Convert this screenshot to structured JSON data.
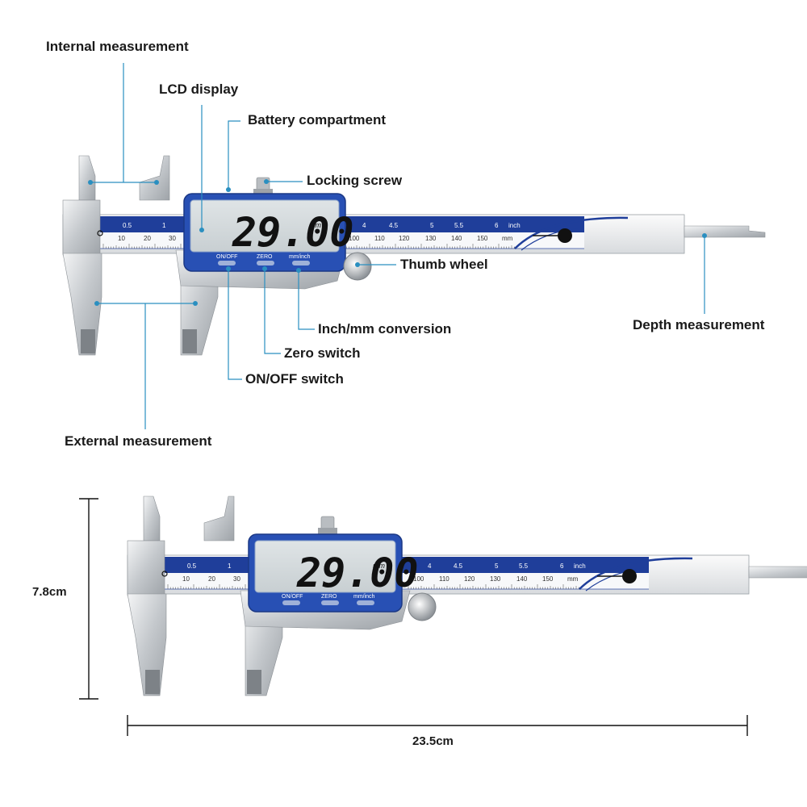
{
  "labels": {
    "internal": "Internal measurement",
    "lcd": "LCD display",
    "battery": "Battery compartment",
    "locking": "Locking screw",
    "thumb": "Thumb wheel",
    "conversion": "Inch/mm conversion",
    "zero": "Zero switch",
    "onoff": "ON/OFF switch",
    "external": "External measurement",
    "depth": "Depth measurement"
  },
  "device": {
    "reading": "29.00",
    "unit": "mm",
    "buttons": {
      "onoff": "ON/OFF",
      "zero": "ZERO",
      "mminch": "mm/inch"
    },
    "inch_scale": [
      "0.5",
      "1",
      "4",
      "4.5",
      "5",
      "5.5",
      "6",
      "inch"
    ],
    "mm_scale": [
      "10",
      "20",
      "30",
      "100",
      "110",
      "120",
      "130",
      "140",
      "150",
      "mm"
    ]
  },
  "dimensions": {
    "height": "7.8cm",
    "width": "23.5cm"
  },
  "colors": {
    "leader": "#2a8fc0",
    "blue": "#1f3e9a",
    "steel": "#c8ccd0"
  }
}
